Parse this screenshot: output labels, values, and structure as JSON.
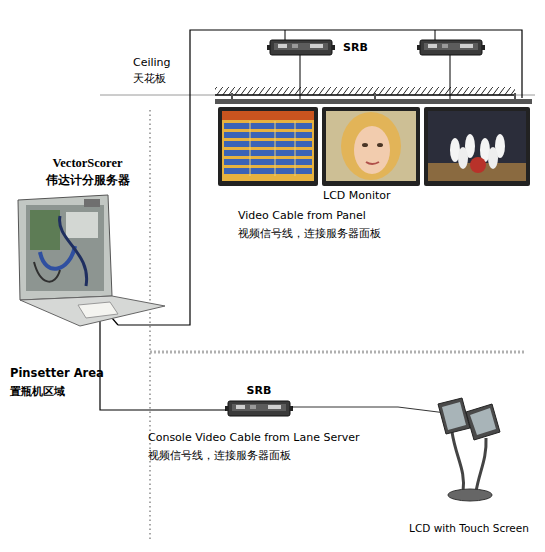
{
  "diagram": {
    "nodes": [
      {
        "text": [
          "VectorScorer",
          "伟达计分服务器"
        ]
      },
      {
        "text": [
          "LCD Monitor"
        ]
      },
      {
        "text": [
          "SRB"
        ]
      },
      {
        "text": [
          "LCD with Touch Screen"
        ]
      }
    ],
    "edges": [
      {
        "from": 0,
        "to": 1,
        "arrow": "none"
      },
      {
        "from": 0,
        "to": 2,
        "arrow": "none"
      },
      {
        "from": 2,
        "to": 3,
        "arrow": "none"
      }
    ],
    "labels": [
      "Ceiling",
      "天花板",
      "SRB",
      "Video Cable from Panel",
      "视频信号线，连接服务器面板",
      "Pinsetter Area",
      "置瓶机区域",
      "Console Video Cable from Lane Server",
      "视频信号线，连接服务器面板"
    ]
  }
}
